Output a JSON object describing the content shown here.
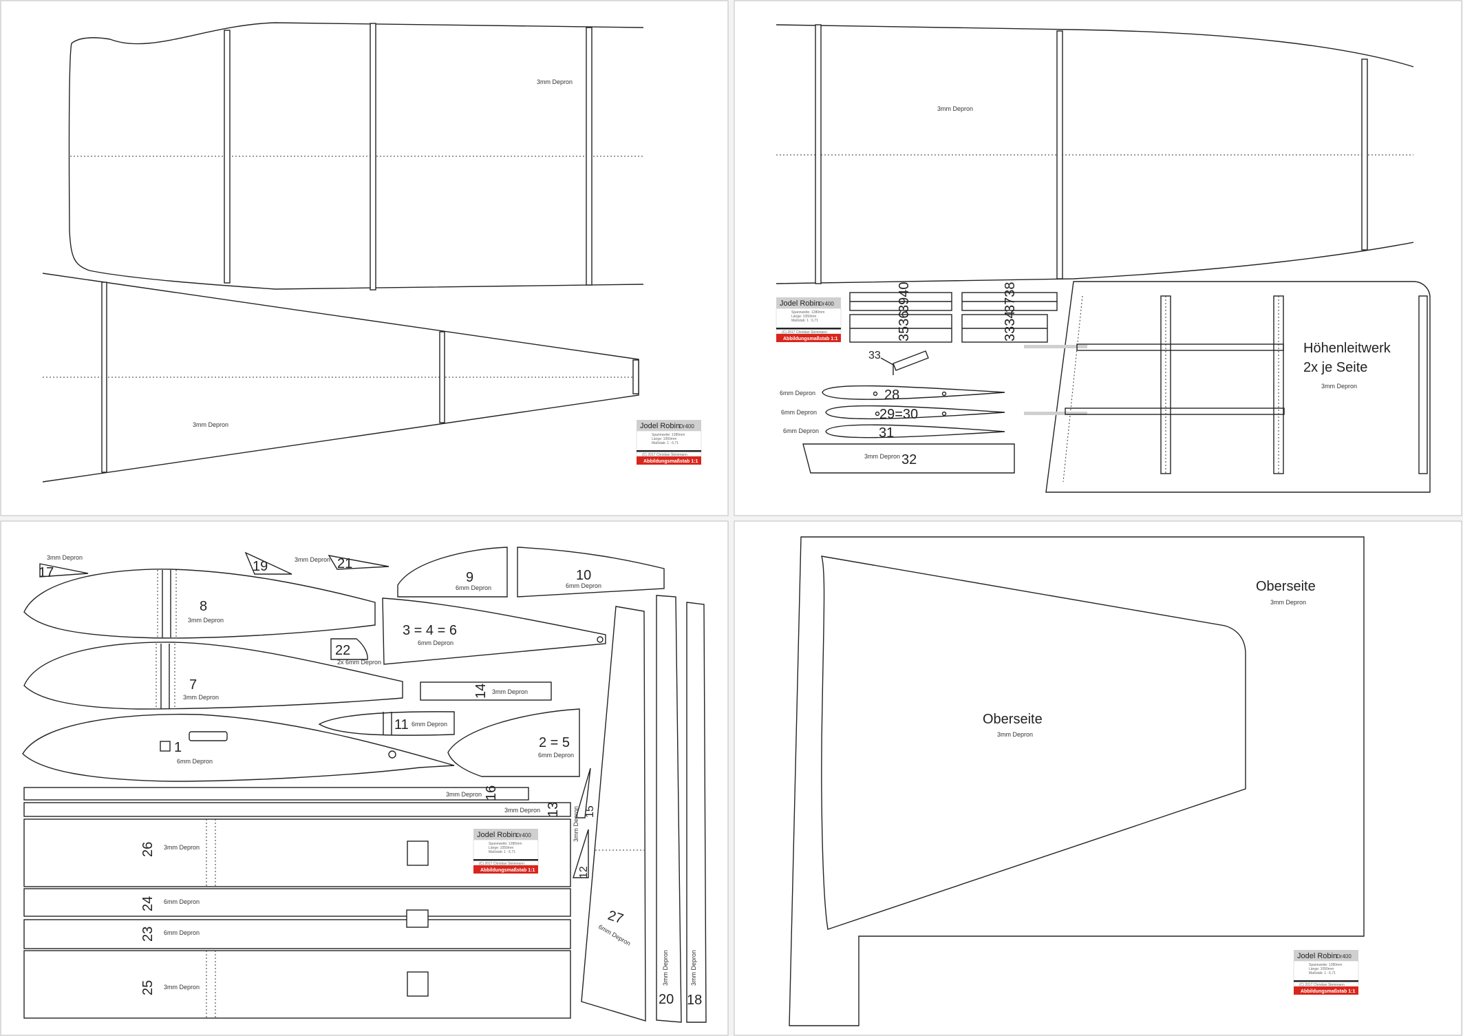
{
  "material_labels": {
    "m3": "3mm Depron",
    "m6": "6mm Depron",
    "m2x6": "2x 6mm Depron"
  },
  "title_block": {
    "title": "Jodel Robin",
    "model": "Dr400",
    "spec_lines": [
      "Spannweite: 1280mm",
      "Länge: 1050mm",
      "Maßstab: 1 : 6,71"
    ],
    "copyright": "(C) 2017 Christian Steinmann",
    "scale_note": "Abbildungsmaßstab 1:1"
  },
  "sheet2": {
    "tail_title_line1": "Höhenleitwerk",
    "tail_title_line2": "2x je Seite",
    "part_33": "33",
    "part_28": "28",
    "part_29_30": "29=30",
    "part_31": "31",
    "part_32": "32",
    "pair_3940": "3940",
    "pair_3738": "3738",
    "pair_3536": "3536",
    "pair_3334": "3334"
  },
  "sheet3": {
    "parts": {
      "p1": "1",
      "p2_5": "2 = 5",
      "p3_4_6": "3 = 4 = 6",
      "p7": "7",
      "p8": "8",
      "p9": "9",
      "p10": "10",
      "p11": "11",
      "p12": "12",
      "p13": "13",
      "p14": "14",
      "p15": "15",
      "p16": "16",
      "p17": "17",
      "p18": "18",
      "p19": "19",
      "p20": "20",
      "p21": "21",
      "p22": "22",
      "p23": "23",
      "p24": "24",
      "p25": "25",
      "p26": "26",
      "p27": "27"
    }
  },
  "sheet4": {
    "upper_label": "Oberseite"
  },
  "colors": {
    "title_red": "#d9261c",
    "title_grey": "#cfcfcf",
    "line": "#222222"
  }
}
